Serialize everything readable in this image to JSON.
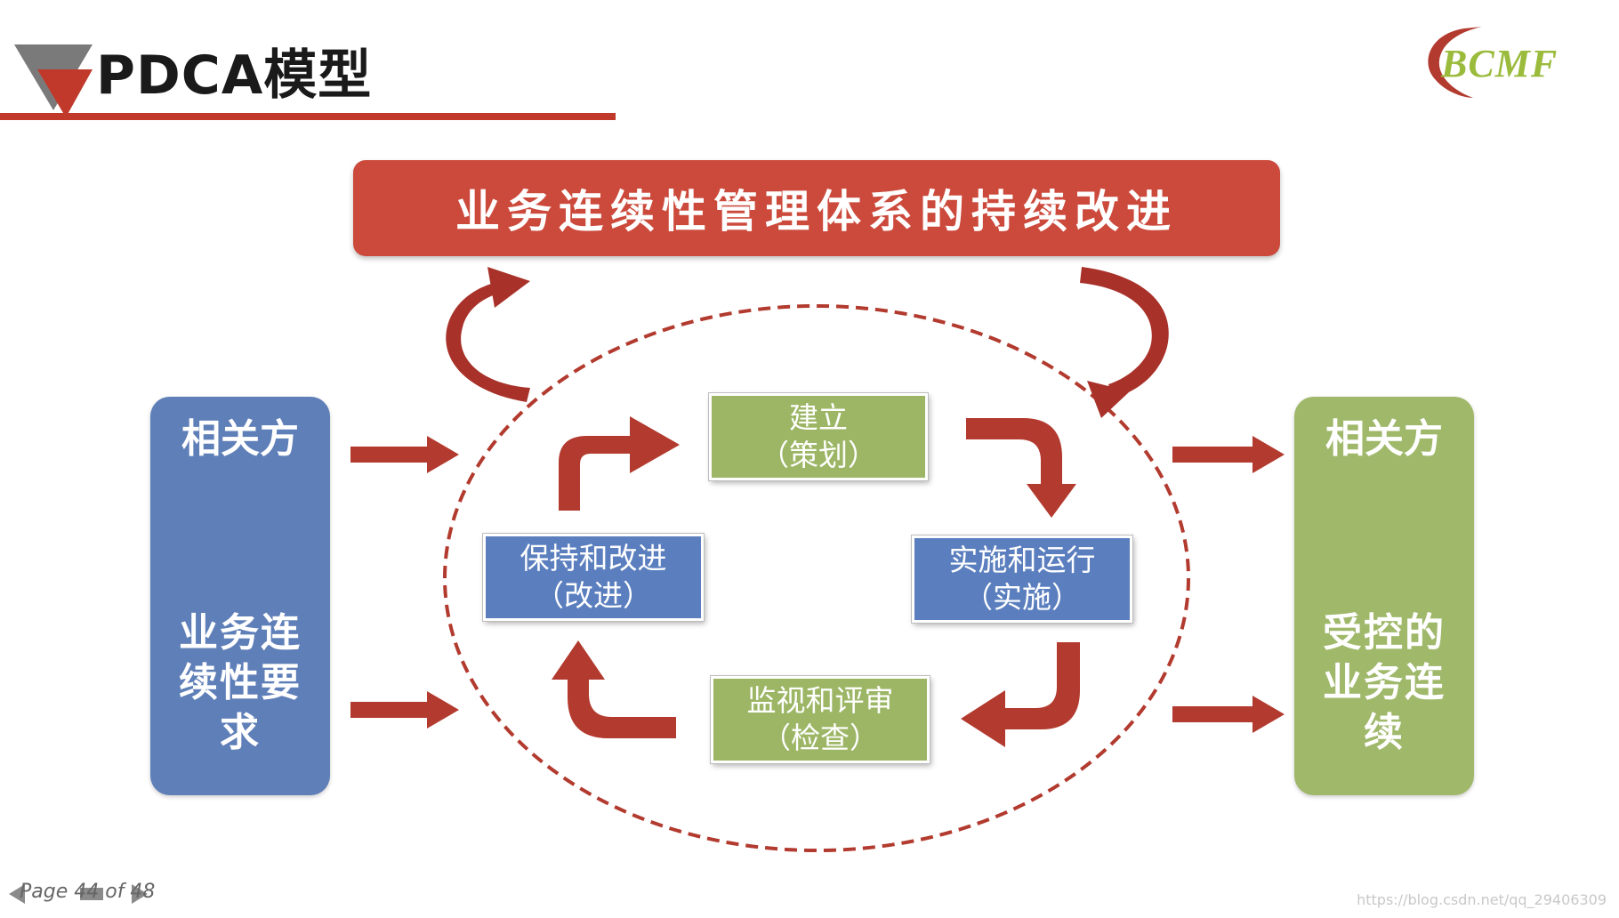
{
  "header": {
    "title": "PDCA模型",
    "logo_text": "BCMF"
  },
  "banner": {
    "text": "业务连续性管理体系的持续改进"
  },
  "left_panel": {
    "top_label": "相关方",
    "body_label": "业务连续性要求",
    "color": "#5f7fb8"
  },
  "right_panel": {
    "top_label": "相关方",
    "body_label": "受控的业务连续",
    "color": "#9fb86a"
  },
  "cycle": {
    "plan": {
      "line1": "建立",
      "line2": "（策划）",
      "color": "#9cb665"
    },
    "do": {
      "line1": "实施和运行",
      "line2": "（实施）",
      "color": "#5b7fbe"
    },
    "check": {
      "line1": "监视和评审",
      "line2": "（检查）",
      "color": "#9cb665"
    },
    "act": {
      "line1": "保持和改进",
      "line2": "（改进）",
      "color": "#5b7fbe"
    }
  },
  "colors": {
    "accent_red": "#c0392b",
    "arrow_red": "#b23a2e",
    "banner_red": "#cc4a3c"
  },
  "footer": {
    "page_text": "Page 44 of 48",
    "watermark": "https://blog.csdn.net/qq_29406309"
  }
}
